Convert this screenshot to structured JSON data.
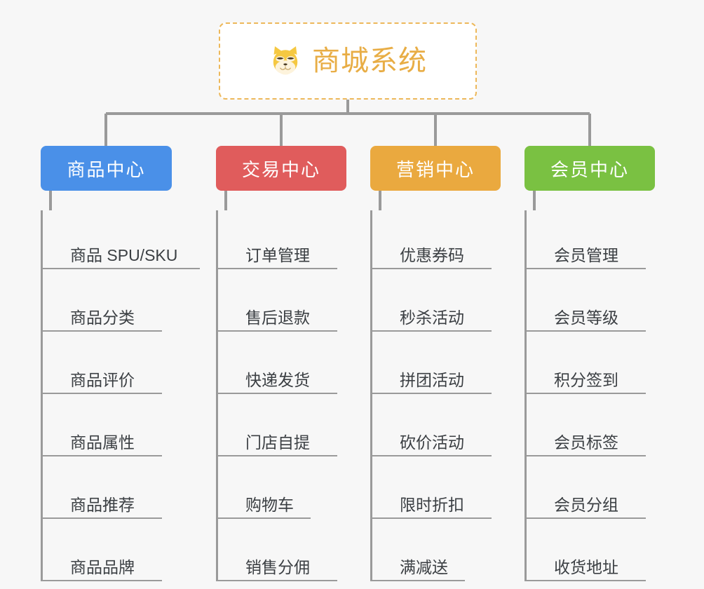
{
  "page": {
    "background_color": "#f7f7f7",
    "line_color": "#9a9a9a"
  },
  "root": {
    "title": "商城系统",
    "icon": "shiba-dog-face-icon",
    "title_color": "#e8ad45",
    "border_color": "#edb85a",
    "background_color": "#ffffff"
  },
  "columns": [
    {
      "header": "商品中心",
      "color": "#4a90e8",
      "items": [
        {
          "label": "商品 SPU/SKU",
          "width": "w-6"
        },
        {
          "label": "商品分类",
          "width": "w-4"
        },
        {
          "label": "商品评价",
          "width": "w-4"
        },
        {
          "label": "商品属性",
          "width": "w-4"
        },
        {
          "label": "商品推荐",
          "width": "w-4"
        },
        {
          "label": "商品品牌",
          "width": "w-4"
        }
      ]
    },
    {
      "header": "交易中心",
      "color": "#e05c5c",
      "items": [
        {
          "label": "订单管理",
          "width": "w-4"
        },
        {
          "label": "售后退款",
          "width": "w-4"
        },
        {
          "label": "快递发货",
          "width": "w-4"
        },
        {
          "label": "门店自提",
          "width": "w-4"
        },
        {
          "label": "购物车",
          "width": "w-3"
        },
        {
          "label": "销售分佣",
          "width": "w-4"
        }
      ]
    },
    {
      "header": "营销中心",
      "color": "#eaa93f",
      "items": [
        {
          "label": "优惠券码",
          "width": "w-4"
        },
        {
          "label": "秒杀活动",
          "width": "w-4"
        },
        {
          "label": "拼团活动",
          "width": "w-4"
        },
        {
          "label": "砍价活动",
          "width": "w-4"
        },
        {
          "label": "限时折扣",
          "width": "w-4"
        },
        {
          "label": "满减送",
          "width": "w-3"
        }
      ]
    },
    {
      "header": "会员中心",
      "color": "#7ac142",
      "items": [
        {
          "label": "会员管理",
          "width": "w-4"
        },
        {
          "label": "会员等级",
          "width": "w-4"
        },
        {
          "label": "积分签到",
          "width": "w-4"
        },
        {
          "label": "会员标签",
          "width": "w-4"
        },
        {
          "label": "会员分组",
          "width": "w-4"
        },
        {
          "label": "收货地址",
          "width": "w-4"
        }
      ]
    }
  ]
}
